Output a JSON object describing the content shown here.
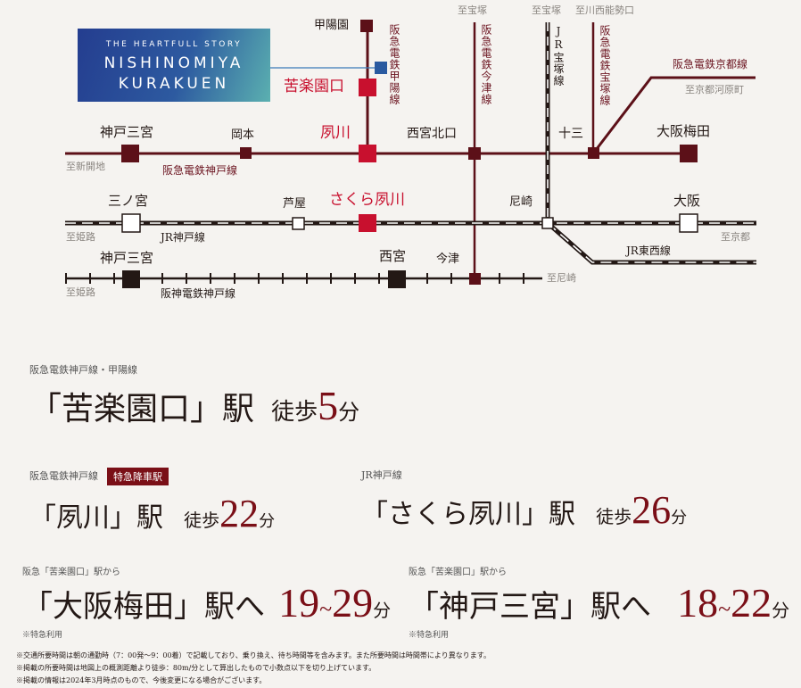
{
  "logo": {
    "line1": "THE HEARTFULL STORY",
    "line2": "NISHINOMIYA",
    "line3": "KURAKUEN",
    "gradient_from": "#243d8f",
    "gradient_to": "#5bb0b0"
  },
  "colors": {
    "hankyu_line": "#5c1018",
    "highlight_station": "#c8102e",
    "jr_line": "#231815",
    "hanshin_line": "#231815",
    "number_accent": "#7a0f17",
    "background": "#f5f3f0"
  },
  "map": {
    "stations": {
      "koyoen": "甲陽園",
      "kurakuenguchi": "苦楽園口",
      "shukugawa": "夙川",
      "kobe_sannomiya_hankyu": "神戸三宮",
      "okamoto": "岡本",
      "nishinomiya_kitaguchi": "西宮北口",
      "juso": "十三",
      "osaka_umeda": "大阪梅田",
      "sannomiya_jr": "三ノ宮",
      "ashiya": "芦屋",
      "sakura_shukugawa": "さくら夙川",
      "amagasaki": "尼崎",
      "osaka_jr": "大阪",
      "kobe_sannomiya_hanshin": "神戸三宮",
      "nishinomiya": "西宮",
      "imazu": "今津"
    },
    "lines": {
      "hankyu_kobe": "阪急電鉄神戸線",
      "hankyu_koyo": "阪急電鉄甲陽線",
      "hankyu_imazu": "阪急電鉄今津線",
      "jr_takarazuka": "JR宝塚線",
      "hankyu_takarazuka": "阪急電鉄宝塚線",
      "hankyu_kyoto": "阪急電鉄京都線",
      "jr_kobe": "JR神戸線",
      "jr_tozai": "JR東西線",
      "hanshin_kobe": "阪神電鉄神戸線"
    },
    "directions": {
      "to_takarazuka_1": "至宝塚",
      "to_takarazuka_2": "至宝塚",
      "to_kawanishi": "至川西能勢口",
      "to_kyoto_kawaramachi": "至京都河原町",
      "to_shinkaichi": "至新開地",
      "to_himeji_jr": "至姫路",
      "to_kyoto": "至京都",
      "to_himeji_hanshin": "至姫路",
      "to_amagasaki": "至尼崎"
    }
  },
  "access": {
    "kurakuenguchi": {
      "line": "阪急電鉄神戸線・甲陽線",
      "station": "「苦楽園口」駅",
      "walk": "徒歩",
      "minutes": "5",
      "unit": "分"
    },
    "shukugawa": {
      "line": "阪急電鉄神戸線",
      "badge": "特急降車駅",
      "station": "「夙川」駅",
      "walk": "徒歩",
      "minutes": "22",
      "unit": "分"
    },
    "sakura_shukugawa": {
      "line": "JR神戸線",
      "station": "「さくら夙川」駅",
      "walk": "徒歩",
      "minutes": "26",
      "unit": "分"
    },
    "to_umeda": {
      "from": "阪急「苦楽園口」駅から",
      "station": "「大阪梅田」駅へ",
      "min": "19",
      "tilde": "~",
      "max": "29",
      "unit": "分",
      "note": "※特急利用"
    },
    "to_sannomiya": {
      "from": "阪急「苦楽園口」駅から",
      "station": "「神戸三宮」駅へ",
      "min": "18",
      "tilde": "~",
      "max": "22",
      "unit": "分",
      "note": "※特急利用"
    }
  },
  "footnotes": [
    "※交通所要時間は朝の通勤時（7：00発～9：00着）で記載しており、乗り換え、待ち時間等を含みます。また所要時間は時間帯により異なります。",
    "※掲載の所要時間は地図上の概測距離より徒歩：80m/分として算出したもので小数点以下を切り上げています。",
    "※掲載の情報は2024年3月時点のもので、今後変更になる場合がございます。"
  ]
}
